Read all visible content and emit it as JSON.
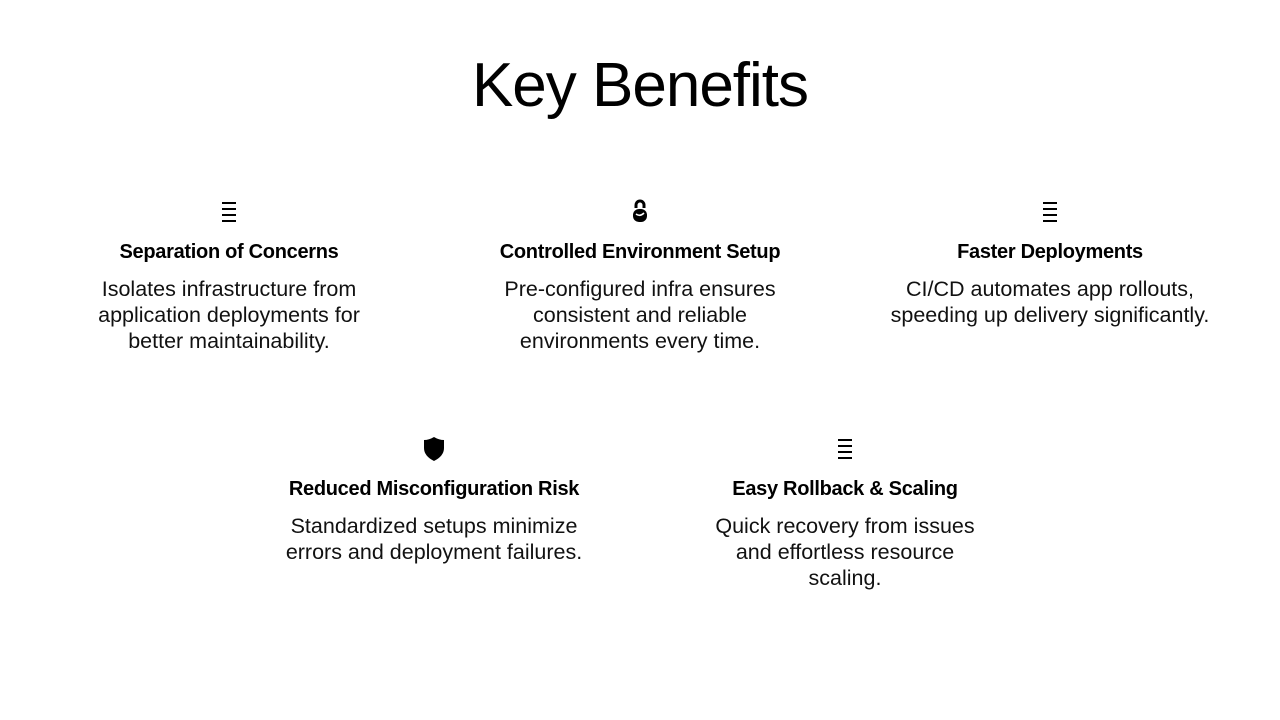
{
  "page": {
    "title": "Key Benefits"
  },
  "benefits": [
    {
      "icon": "menu-lines-icon",
      "title": "Separation of Concerns",
      "description": "Isolates infrastructure from application deployments for better maintainability."
    },
    {
      "icon": "lock-link-icon",
      "title": "Controlled Environment Setup",
      "description": "Pre-configured infra ensures consistent and reliable environments every time."
    },
    {
      "icon": "menu-lines-icon",
      "title": "Faster Deployments",
      "description": "CI/CD automates app rollouts, speeding up delivery significantly."
    },
    {
      "icon": "shield-icon",
      "title": "Reduced Misconfiguration Risk",
      "description": "Standardized setups minimize errors and deployment failures."
    },
    {
      "icon": "menu-lines-icon",
      "title": "Easy Rollback & Scaling",
      "description": "Quick recovery from issues and effortless resource scaling."
    }
  ]
}
